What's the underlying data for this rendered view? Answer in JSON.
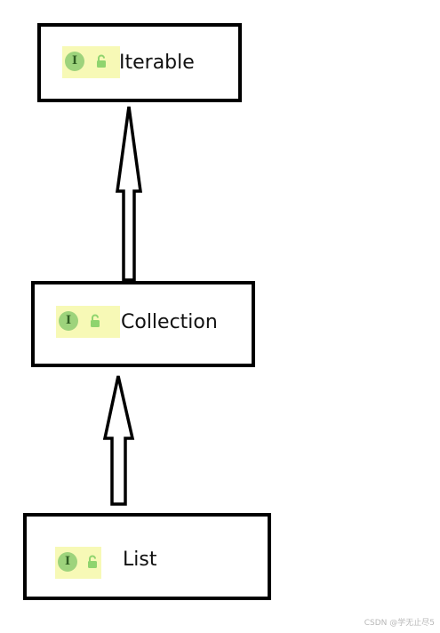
{
  "diagram": {
    "nodes": [
      {
        "id": "iterable",
        "label": "Iterable",
        "icon": "interface-icon",
        "icon_letter": "I",
        "badge": "lock-open-icon"
      },
      {
        "id": "collection",
        "label": "Collection",
        "icon": "interface-icon",
        "icon_letter": "I",
        "badge": "lock-open-icon"
      },
      {
        "id": "list",
        "label": "List",
        "icon": "interface-icon",
        "icon_letter": "I",
        "badge": "lock-open-icon"
      }
    ],
    "edges": [
      {
        "from": "collection",
        "to": "iterable",
        "style": "hollow-arrow"
      },
      {
        "from": "list",
        "to": "collection",
        "style": "hollow-arrow"
      }
    ]
  },
  "watermark": "CSDN @学无止尽5",
  "colors": {
    "icon_bg": "#9dd37c",
    "icon_text": "#2f5d22",
    "highlight": "#f7f9b6",
    "border": "#000000"
  }
}
